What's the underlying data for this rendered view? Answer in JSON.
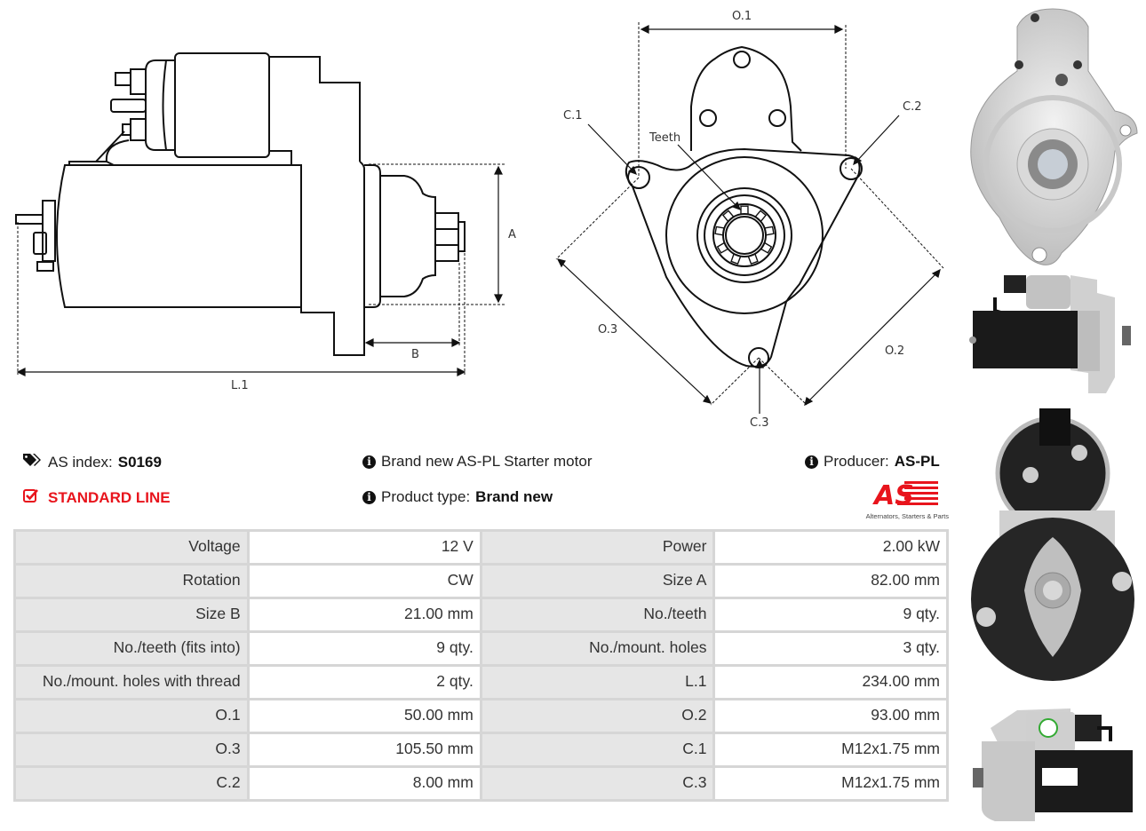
{
  "drawings": {
    "side_view": {
      "labels": {
        "A": "A",
        "B": "B",
        "L1": "L.1"
      }
    },
    "front_view": {
      "labels": {
        "O1": "O.1",
        "O2": "O.2",
        "O3": "O.3",
        "C1": "C.1",
        "C2": "C.2",
        "C3": "C.3",
        "teeth": "Teeth"
      }
    }
  },
  "info": {
    "as_index_label": "AS index:",
    "as_index_value": "S0169",
    "line_badge": "STANDARD LINE",
    "description": "Brand new AS-PL Starter motor",
    "product_type_label": "Product type:",
    "product_type_value": "Brand new",
    "producer_label": "Producer:",
    "producer_value": "AS-PL",
    "logo_text": "AS",
    "logo_tagline": "Alternators, Starters & Parts"
  },
  "colors": {
    "accent_red": "#e8141c",
    "label_cell": "#e6e6e6",
    "border": "#d6d6d6"
  },
  "specs": [
    {
      "k1": "Voltage",
      "v1": "12 V",
      "k2": "Power",
      "v2": "2.00 kW"
    },
    {
      "k1": "Rotation",
      "v1": "CW",
      "k2": "Size A",
      "v2": "82.00 mm"
    },
    {
      "k1": "Size B",
      "v1": "21.00 mm",
      "k2": "No./teeth",
      "v2": "9 qty."
    },
    {
      "k1": "No./teeth (fits into)",
      "v1": "9 qty.",
      "k2": "No./mount. holes",
      "v2": "3 qty."
    },
    {
      "k1": "No./mount. holes with thread",
      "v1": "2 qty.",
      "k2": "L.1",
      "v2": "234.00 mm"
    },
    {
      "k1": "O.1",
      "v1": "50.00 mm",
      "k2": "O.2",
      "v2": "93.00 mm"
    },
    {
      "k1": "O.3",
      "v1": "105.50 mm",
      "k2": "C.1",
      "v2": "M12x1.75 mm"
    },
    {
      "k1": "C.2",
      "v1": "8.00 mm",
      "k2": "C.3",
      "v2": "M12x1.75 mm"
    }
  ],
  "photos": {
    "front": "starter-front-photo",
    "side_right": "starter-side-photo",
    "rear": "starter-rear-photo",
    "side_left": "starter-side-label-photo"
  }
}
